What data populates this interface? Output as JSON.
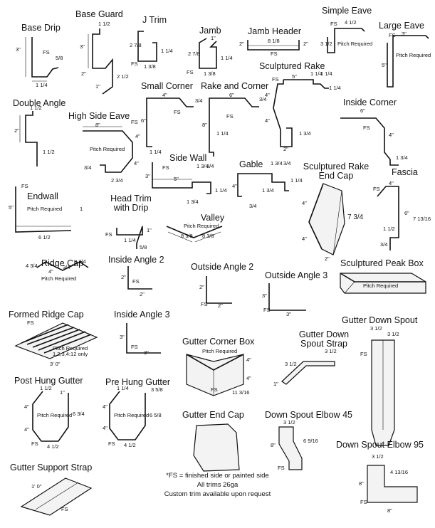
{
  "items": [
    {
      "name": "Base Drip",
      "dims": [
        "3\"",
        "1 1/4",
        "5/8",
        "FS"
      ]
    },
    {
      "name": "Base Guard",
      "dims": [
        "1 1/2",
        "3\"",
        "2\"",
        "2 1/2",
        "1\""
      ]
    },
    {
      "name": "J Trim",
      "dims": [
        "2 7/8",
        "1 1/4",
        "1 3/8",
        "FS"
      ]
    },
    {
      "name": "Jamb",
      "dims": [
        "1\"",
        "2 7/8",
        "1 1/4",
        "1 3/8",
        "FS"
      ]
    },
    {
      "name": "Jamb Header",
      "dims": [
        "8 1/8",
        "2\"",
        "2\"",
        "FS"
      ]
    },
    {
      "name": "Simple Eave",
      "dims": [
        "4 1/2",
        "3 1/2",
        "FS",
        "Pitch Required"
      ]
    },
    {
      "name": "Large Eave",
      "dims": [
        "3\"",
        "5\"",
        "FS",
        "Pitch Required"
      ]
    },
    {
      "name": "Sculptured Rake",
      "dims": [
        "5\"",
        "1 1/4",
        "1 1/4",
        "1 1/4",
        "FS"
      ]
    },
    {
      "name": "Double Angle",
      "dims": [
        "1 1/2",
        "2\"",
        "1 1/2"
      ]
    },
    {
      "name": "Small Corner",
      "dims": [
        "4\"",
        "3/4",
        "6\"",
        "1 1/4",
        "FS"
      ]
    },
    {
      "name": "Rake and Corner",
      "dims": [
        "6\"",
        "3/4",
        "8\"",
        "1 1/4",
        "FS"
      ]
    },
    {
      "name": "Inside Corner",
      "dims": [
        "6\"",
        "4\"",
        "1 3/4",
        "FS"
      ]
    },
    {
      "name": "High Side Eave",
      "dims": [
        "8\"",
        "4\"",
        "4\"",
        "3/4",
        "2 3/4",
        "FS",
        "Pitch Required"
      ]
    },
    {
      "name": "Side Wall",
      "dims": [
        "5\"",
        "1 3/4",
        "3/4",
        "1 1/4",
        "1 3/4",
        "3\"",
        "FS"
      ]
    },
    {
      "name": "Gable",
      "dims": [
        "1 3/4",
        "3/4",
        "4\"",
        "1 3/4",
        "3/4",
        "1 1/4"
      ]
    },
    {
      "name": "Sculptured Rake End Cap",
      "dims": [
        "4\"",
        "4\"",
        "7 3/4",
        "2\""
      ]
    },
    {
      "name": "Fascia",
      "dims": [
        "4\"",
        "6\"",
        "7 13/16",
        "1 1/2",
        "3/4",
        "FS"
      ]
    },
    {
      "name": "Endwall",
      "dims": [
        "5\"",
        "6 1/2",
        "FS",
        "1",
        "Pitch Required"
      ]
    },
    {
      "name": "Head Trim with Drip",
      "dims": [
        "1 1/4",
        "1\"",
        "5/8",
        "FS"
      ]
    },
    {
      "name": "Valley",
      "dims": [
        "8 3/8",
        "8 3/8",
        "Pitch Required"
      ]
    },
    {
      "name": "Ridge Cap",
      "dims": [
        "4 3/4",
        "4\"",
        "9 3/4",
        "3/4",
        "Pitch Required"
      ]
    },
    {
      "name": "Inside Angle 2",
      "dims": [
        "2\"",
        "2\"",
        "FS"
      ]
    },
    {
      "name": "Outside Angle 2",
      "dims": [
        "2\"",
        "2\"",
        "FS"
      ]
    },
    {
      "name": "Outside Angle 3",
      "dims": [
        "3\"",
        "3\"",
        "FS"
      ]
    },
    {
      "name": "Sculptured Peak Box",
      "dims": [
        "Pitch Required"
      ]
    },
    {
      "name": "Formed Ridge Cap",
      "dims": [
        "FS",
        "Pitch Required",
        "1,2,3,4:12 only",
        "3' 0\""
      ]
    },
    {
      "name": "Inside Angle 3",
      "dims": [
        "3\"",
        "3\"",
        "FS"
      ]
    },
    {
      "name": "Gutter Corner Box",
      "dims": [
        "Pitch Required",
        "4\"",
        "4\"",
        "11 3/16",
        "FS"
      ]
    },
    {
      "name": "Gutter Down Spout Strap",
      "dims": [
        "3 1/2",
        "3 1/2",
        "1\""
      ]
    },
    {
      "name": "Gutter Down Spout",
      "dims": [
        "3 1/2",
        "3 1/2",
        "FS"
      ]
    },
    {
      "name": "Post Hung Gutter",
      "dims": [
        "1 1/2",
        "1\"",
        "4\"",
        "4\"",
        "6 3/4",
        "4 1/2",
        "FS",
        "Pitch Required"
      ]
    },
    {
      "name": "Pre Hung Gutter",
      "dims": [
        "1 1/4",
        "3 5/8",
        "4\"",
        "4\"",
        "6 5/8",
        "4 1/2",
        "FS",
        "Pitch Required"
      ]
    },
    {
      "name": "Gutter End Cap",
      "dims": []
    },
    {
      "name": "Down Spout Elbow 45",
      "dims": [
        "3 1/2",
        "8\"",
        "6 9/16",
        "FS"
      ]
    },
    {
      "name": "Down Spout Elbow 95",
      "dims": [
        "3 1/2",
        "4 13/16",
        "8\"",
        "8\"",
        "FS"
      ]
    },
    {
      "name": "Gutter Support Strap",
      "dims": [
        "1' 0\"",
        "FS"
      ]
    }
  ],
  "notes": {
    "line1": "*FS = finished side or painted side",
    "line2": "All trims 26ga",
    "line3": "Custom trim available upon request"
  }
}
